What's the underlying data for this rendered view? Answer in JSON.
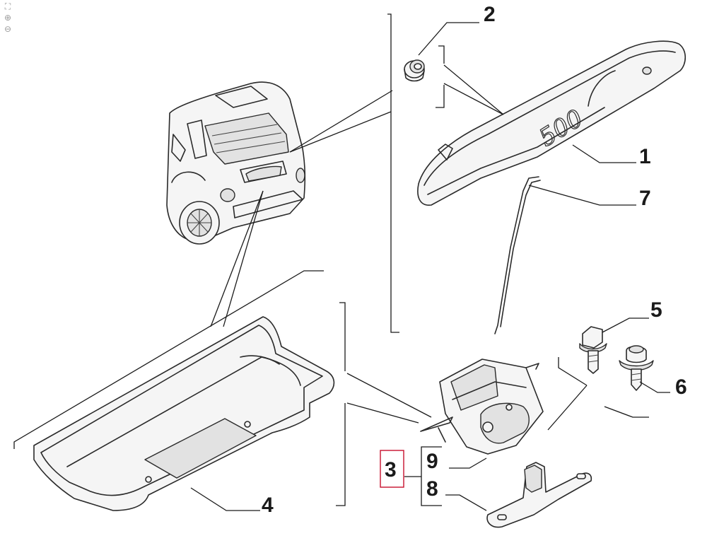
{
  "toolbar": {
    "tools": [
      {
        "name": "fit-icon",
        "glyph": "⛶"
      },
      {
        "name": "zoom-in-icon",
        "glyph": "⊕"
      },
      {
        "name": "zoom-out-icon",
        "glyph": "⊖"
      }
    ]
  },
  "callouts": [
    {
      "id": "1",
      "label": "1"
    },
    {
      "id": "2",
      "label": "2"
    },
    {
      "id": "3",
      "label": "3"
    },
    {
      "id": "4",
      "label": "4"
    },
    {
      "id": "5",
      "label": "5"
    },
    {
      "id": "6",
      "label": "6"
    },
    {
      "id": "7",
      "label": "7"
    },
    {
      "id": "8",
      "label": "8"
    },
    {
      "id": "9",
      "label": "9"
    }
  ],
  "selected_callout": "3",
  "handle_badge": "500",
  "colors": {
    "line": "#1a1a1a",
    "highlight": "#c8102e",
    "part_fill": "#f5f5f5"
  }
}
